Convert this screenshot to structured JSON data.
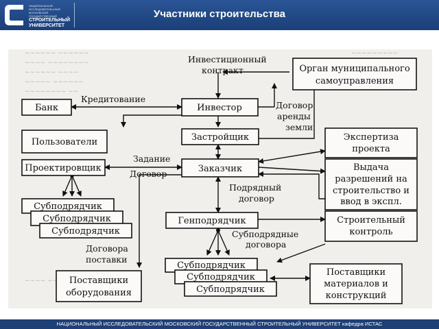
{
  "header": {
    "logo_small_1": "НАЦИОНАЛЬНЫЙ ИССЛЕДОВАТЕЛЬСКИЙ МОСКОВСКИЙ ГОСУДАРСТВЕННЫЙ",
    "logo_line_1": "СТРОИТЕЛЬНЫЙ",
    "logo_line_2": "УНИВЕРСИТЕТ",
    "title": "Участники строительства"
  },
  "diagram": {
    "nodes": {
      "bank": "Банк",
      "users": "Пользователи",
      "designer": "Проектировщик",
      "subcontractor": "Субподрядчик",
      "equipment_suppliers": [
        "Поставщики",
        "оборудования"
      ],
      "investor": "Инвестор",
      "developer": "Застройщик",
      "customer": "Заказчик",
      "general_contractor": "Генподрядчик",
      "municipal": [
        "Орган муниципального",
        "самоуправления"
      ],
      "expertise": [
        "Экспертиза",
        "проекта"
      ],
      "permits": [
        "Выдача",
        "разрешений на",
        "строительство и",
        "ввод в экспл."
      ],
      "construction_control": [
        "Строительный",
        "контроль"
      ],
      "material_suppliers": [
        "Поставщики",
        "материалов и",
        "конструкций"
      ]
    },
    "labels": {
      "investment_contract": [
        "Инвестиционный",
        "контракт"
      ],
      "crediting": "Кредитование",
      "land_lease": [
        "Договор",
        "аренды",
        "земли"
      ],
      "assignment_contract": [
        "Задание",
        "Договор"
      ],
      "contract": [
        "Подрядный",
        "договор"
      ],
      "subcontracts": [
        "Субподрядные",
        "договора"
      ],
      "supply_contracts": [
        "Договора",
        "поставки"
      ]
    }
  },
  "footer": {
    "text": "НАЦИОНАЛЬНЫЙ ИССЛЕДОВАТЕЛЬСКИЙ МОСКОВСКИЙ ГОСУДАРСТВЕННЫЙ СТРОИТЕЛЬНЫЙ УНИВЕРСИТЕТ кафедра ИСТАС"
  },
  "colors": {
    "header_bg": "#1f3f77",
    "scan_bg": "#f1efeb"
  }
}
